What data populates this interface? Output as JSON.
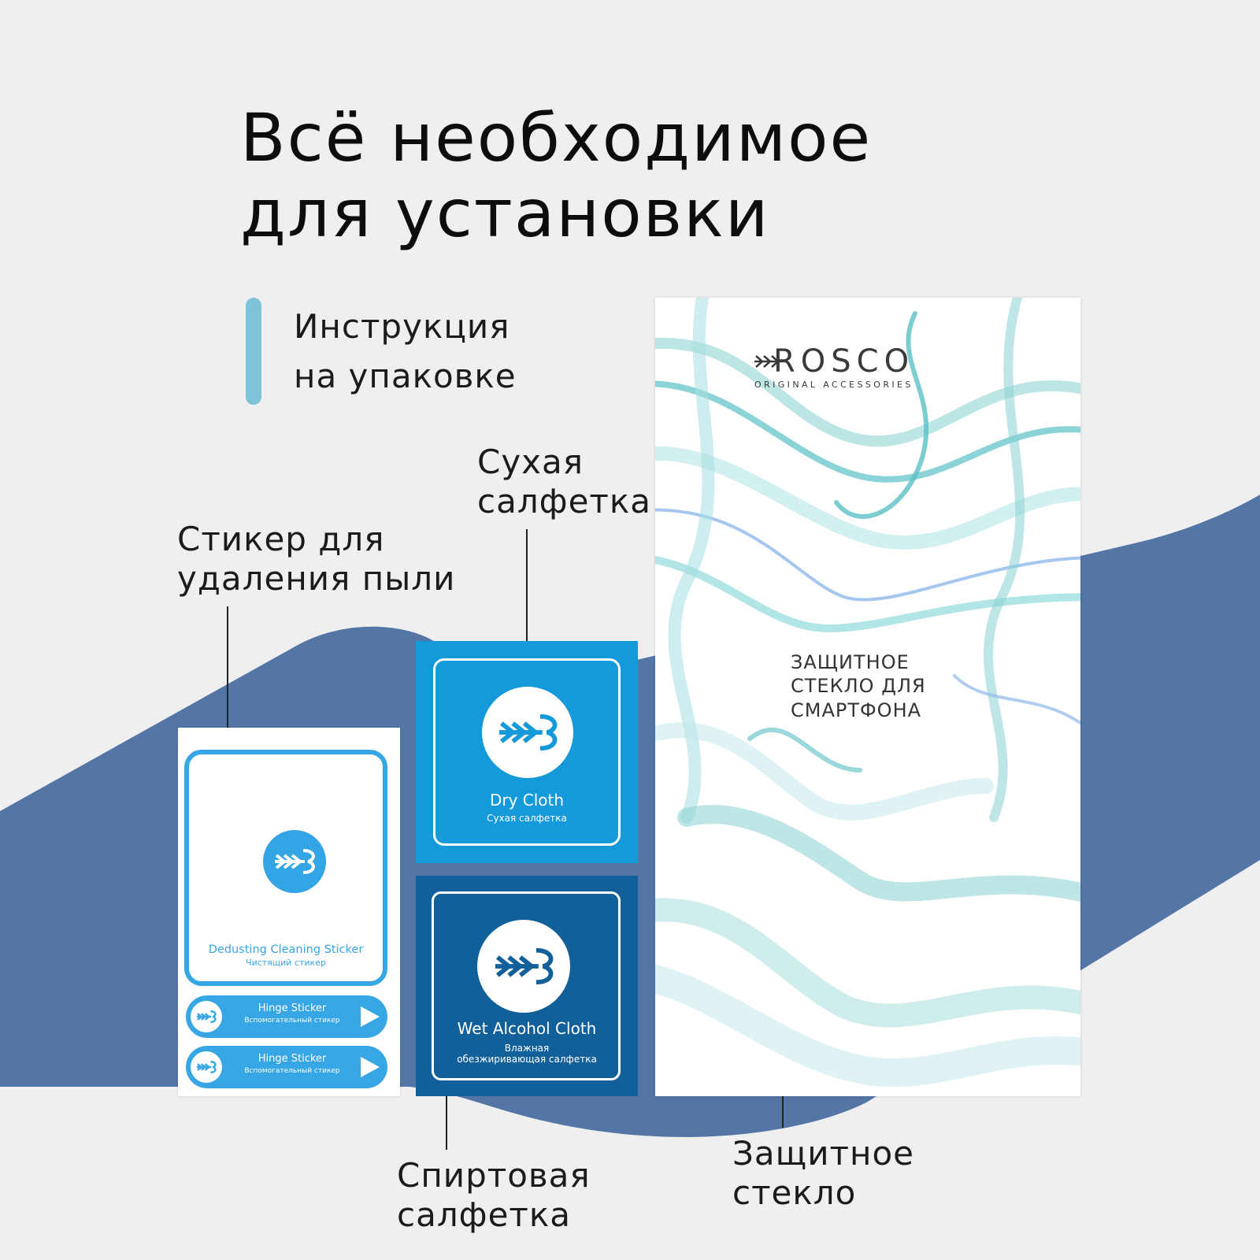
{
  "title": {
    "line1": "Всё необходимое",
    "line2": "для установки"
  },
  "instruction": {
    "line1": "Инструкция",
    "line2": "на упаковке"
  },
  "labels": {
    "dry_cloth": {
      "line1": "Сухая",
      "line2": "салфетка"
    },
    "dust_sticker": {
      "line1": "Стикер для",
      "line2": "удаления пыли"
    },
    "alcohol_cloth": {
      "line1": "Спиртовая",
      "line2": "салфетка"
    },
    "glass": {
      "line1": "Защитное",
      "line2": "стекло"
    }
  },
  "sticker": {
    "name": "Dedusting Cleaning Sticker",
    "sub": "Чистящий стикер",
    "hinge_name": "Hinge Sticker",
    "hinge_sub": "Вспомогательный стикер"
  },
  "dry_cloth": {
    "name": "Dry Cloth",
    "sub": "Сухая салфетка"
  },
  "wet_cloth": {
    "name": "Wet Alcohol Cloth",
    "sub1": "Влажная",
    "sub2": "обезжиривающая салфетка"
  },
  "box": {
    "brand": "ROSCO",
    "brand_sub": "ORIGINAL ACCESSORIES",
    "line1": "ЗАЩИТНОЕ",
    "line2": "СТЕКЛО ДЛЯ",
    "line3": "СМАРТФОНА"
  },
  "colors": {
    "background": "#efefef",
    "wave": "#5476a6",
    "accent_bar": "#7ec3d8",
    "sticker_blue": "#36a6e4",
    "dry_blue": "#1499db",
    "wet_blue": "#12609a"
  },
  "icons": [
    "rosco-logo-icon"
  ]
}
